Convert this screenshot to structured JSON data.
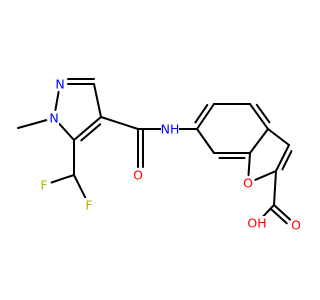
{
  "atom_colors": {
    "C": "#000000",
    "N": "#0000ff",
    "O": "#ff0000",
    "F": "#b3b300"
  },
  "atoms": [
    {
      "id": 0,
      "el": "C"
    },
    {
      "id": 1,
      "el": "N",
      "label": "N"
    },
    {
      "id": 2,
      "el": "N",
      "label": "N"
    },
    {
      "id": 3,
      "el": "C"
    },
    {
      "id": 4,
      "el": "C"
    },
    {
      "id": 5,
      "el": "C"
    },
    {
      "id": 6,
      "el": "C"
    },
    {
      "id": 7,
      "el": "F",
      "label": "F"
    },
    {
      "id": 8,
      "el": "F",
      "label": "F"
    },
    {
      "id": 9,
      "el": "C"
    },
    {
      "id": 10,
      "el": "O",
      "label": "O"
    },
    {
      "id": 11,
      "el": "N",
      "label": "NH"
    },
    {
      "id": 12,
      "el": "C"
    },
    {
      "id": 13,
      "el": "C"
    },
    {
      "id": 14,
      "el": "C"
    },
    {
      "id": 15,
      "el": "C"
    },
    {
      "id": 16,
      "el": "C"
    },
    {
      "id": 17,
      "el": "C"
    },
    {
      "id": 18,
      "el": "O",
      "label": "O"
    },
    {
      "id": 19,
      "el": "C"
    },
    {
      "id": 20,
      "el": "C"
    },
    {
      "id": 21,
      "el": "C"
    },
    {
      "id": 22,
      "el": "O",
      "label": "O"
    },
    {
      "id": 23,
      "el": "O",
      "label": "OH"
    }
  ],
  "bonds": [
    {
      "a": 0,
      "b": 1,
      "order": 1
    },
    {
      "a": 1,
      "b": 2,
      "order": 1
    },
    {
      "a": 2,
      "b": 3,
      "order": 2
    },
    {
      "a": 3,
      "b": 4,
      "order": 1
    },
    {
      "a": 4,
      "b": 5,
      "order": 2
    },
    {
      "a": 5,
      "b": 1,
      "order": 1
    },
    {
      "a": 5,
      "b": 6,
      "order": 1
    },
    {
      "a": 6,
      "b": 7,
      "order": 1
    },
    {
      "a": 6,
      "b": 8,
      "order": 1
    },
    {
      "a": 4,
      "b": 9,
      "order": 1
    },
    {
      "a": 9,
      "b": 10,
      "order": 2
    },
    {
      "a": 9,
      "b": 11,
      "order": 1
    },
    {
      "a": 11,
      "b": 12,
      "order": 1
    },
    {
      "a": 12,
      "b": 13,
      "order": 2
    },
    {
      "a": 13,
      "b": 14,
      "order": 1
    },
    {
      "a": 14,
      "b": 15,
      "order": 2
    },
    {
      "a": 15,
      "b": 16,
      "order": 1
    },
    {
      "a": 16,
      "b": 17,
      "order": 2
    },
    {
      "a": 17,
      "b": 12,
      "order": 1
    },
    {
      "a": 16,
      "b": 18,
      "order": 1
    },
    {
      "a": 18,
      "b": 19,
      "order": 1
    },
    {
      "a": 19,
      "b": 20,
      "order": 2
    },
    {
      "a": 20,
      "b": 15,
      "order": 1
    },
    {
      "a": 19,
      "b": 21,
      "order": 1
    },
    {
      "a": 21,
      "b": 22,
      "order": 2
    },
    {
      "a": 21,
      "b": 23,
      "order": 1
    }
  ]
}
